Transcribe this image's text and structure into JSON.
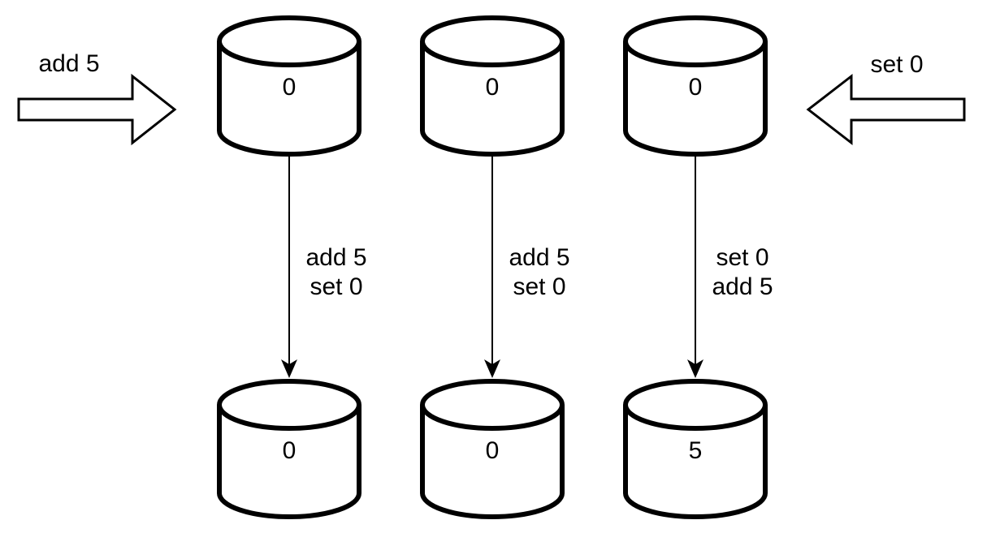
{
  "diagram": {
    "description": "Three database replicas receive the concurrent operations in different orders and diverge",
    "colors": {
      "stroke": "#000000",
      "shape_fill": "#ffffff",
      "background": "#ffffff"
    },
    "incoming_operations": {
      "left_label": "add 5",
      "right_label": "set 0"
    },
    "replicas": [
      {
        "initial_value": "0",
        "op_line1": "add 5",
        "op_line2": "set 0",
        "final_value": "0"
      },
      {
        "initial_value": "0",
        "op_line1": "add 5",
        "op_line2": "set 0",
        "final_value": "0"
      },
      {
        "initial_value": "0",
        "op_line1": "set 0",
        "op_line2": "add 5",
        "final_value": "5"
      }
    ]
  }
}
